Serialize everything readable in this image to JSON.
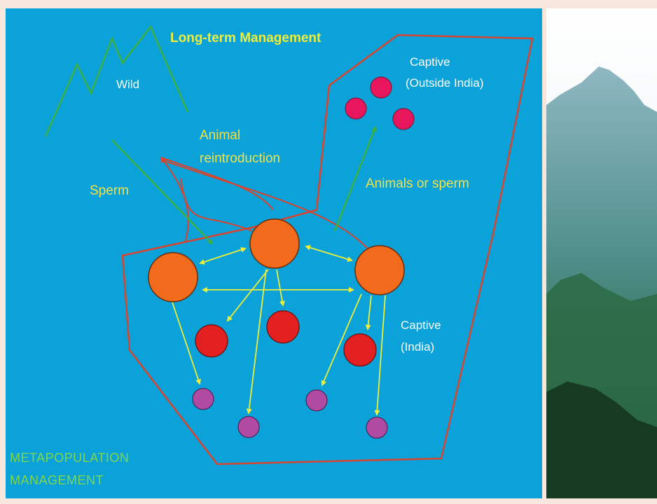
{
  "diagram": {
    "title": "Long-term Management",
    "wild_label": "Wild",
    "sperm_label": "Sperm",
    "reintroduction_label_line1": "Animal",
    "reintroduction_label_line2": "reintroduction",
    "animals_or_sperm_label": "Animals or sperm",
    "captive_outside_line1": "Captive",
    "captive_outside_line2": "(Outside India)",
    "captive_india_line1": "Captive",
    "captive_india_line2": "(India)",
    "metapopulation_line1": "METAPOPULATION",
    "metapopulation_line2": "MANAGEMENT"
  },
  "colors": {
    "page_border": "#f7e6dc",
    "diagram_background": "#0aa2d8",
    "boundary_line": "#d9442e",
    "wild_line": "#3cb043",
    "arrow_yellow": "#eeee3a",
    "arrow_green": "#3cb043",
    "large_node": "#f26a1b",
    "medium_node": "#e32020",
    "small_node": "#b04aa2",
    "captive_outside_node": "#e8175d",
    "photo_sky": "#e4edf1",
    "photo_mountain": "#4e8e8a"
  }
}
